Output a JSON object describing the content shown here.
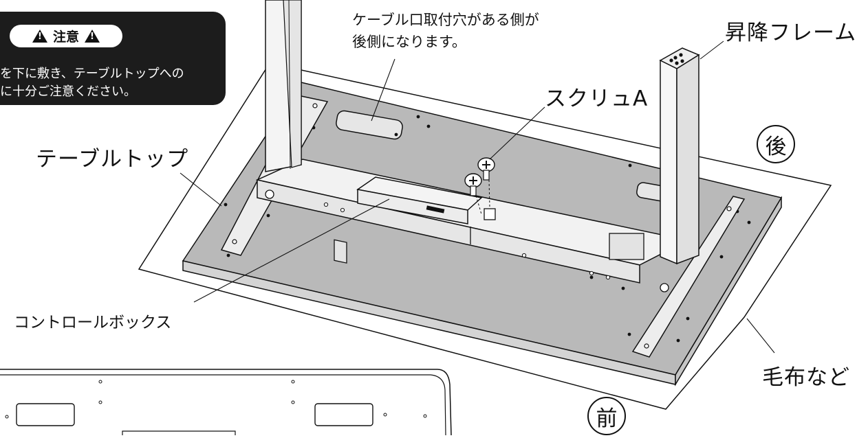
{
  "caution": {
    "title": "注意",
    "line1": "を下に敷き、テーブルトップへの",
    "line2": "に十分ご注意ください。"
  },
  "labels": {
    "cable_hole": [
      "ケーブル口取付穴がある側が",
      "後側になります。"
    ],
    "lift_frame": "昇降フレーム",
    "screw": "スクリュA",
    "tabletop": "テーブルトップ",
    "control_box": "コントロールボックス",
    "blanket": "毛布など",
    "rear_mark": "後",
    "front_mark": "前"
  },
  "colors": {
    "panel_top": "#b8b8b8",
    "panel_edge": "#d2d2d2",
    "frame": "#ededed",
    "line": "#111111"
  }
}
